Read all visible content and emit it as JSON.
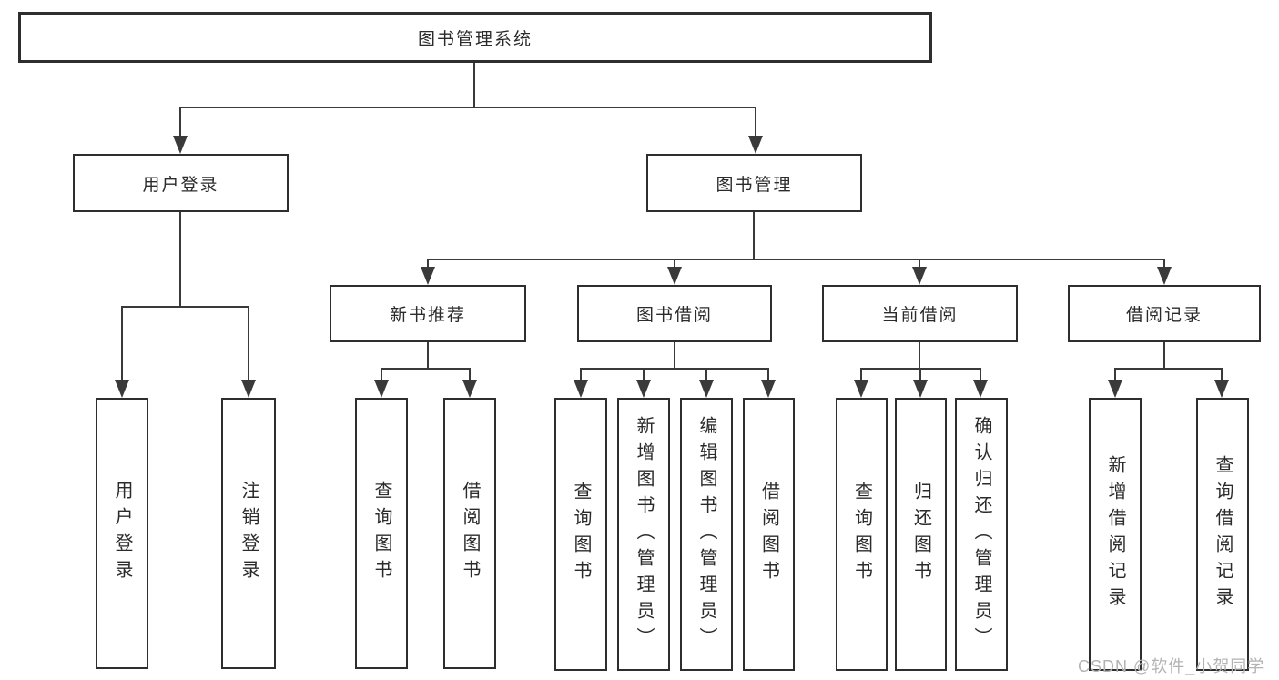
{
  "nodes": {
    "root": {
      "label": "图书管理系统"
    },
    "user_login": {
      "label": "用户登录"
    },
    "book_management": {
      "label": "图书管理"
    },
    "new_book_recommend": {
      "label": "新书推荐"
    },
    "book_borrow": {
      "label": "图书借阅"
    },
    "current_borrow": {
      "label": "当前借阅"
    },
    "borrow_records": {
      "label": "借阅记录"
    },
    "leaf_user_login": {
      "label": "用户登录"
    },
    "leaf_logout": {
      "label": "注销登录"
    },
    "leaf_nb_query": {
      "label": "查询图书"
    },
    "leaf_nb_borrow": {
      "label": "借阅图书"
    },
    "leaf_bb_query": {
      "label": "查询图书"
    },
    "leaf_bb_add": {
      "label": "新增图书（管理员）"
    },
    "leaf_bb_edit": {
      "label": "编辑图书（管理员）"
    },
    "leaf_bb_borrow": {
      "label": "借阅图书"
    },
    "leaf_cb_query": {
      "label": "查询图书"
    },
    "leaf_cb_return": {
      "label": "归还图书"
    },
    "leaf_cb_confirm": {
      "label": "确认归还（管理员）"
    },
    "leaf_br_add": {
      "label": "新增借阅记录"
    },
    "leaf_br_query": {
      "label": "查询借阅记录"
    }
  },
  "tree": {
    "label": "图书管理系统",
    "children": [
      {
        "label": "用户登录",
        "children": [
          {
            "label": "用户登录"
          },
          {
            "label": "注销登录"
          }
        ]
      },
      {
        "label": "图书管理",
        "children": [
          {
            "label": "新书推荐",
            "children": [
              {
                "label": "查询图书"
              },
              {
                "label": "借阅图书"
              }
            ]
          },
          {
            "label": "图书借阅",
            "children": [
              {
                "label": "查询图书"
              },
              {
                "label": "新增图书（管理员）"
              },
              {
                "label": "编辑图书（管理员）"
              },
              {
                "label": "借阅图书"
              }
            ]
          },
          {
            "label": "当前借阅",
            "children": [
              {
                "label": "查询图书"
              },
              {
                "label": "归还图书"
              },
              {
                "label": "确认归还（管理员）"
              }
            ]
          },
          {
            "label": "借阅记录",
            "children": [
              {
                "label": "新增借阅记录"
              },
              {
                "label": "查询借阅记录"
              }
            ]
          }
        ]
      }
    ]
  },
  "watermark": {
    "text": "CSDN @软件_小贺同学"
  },
  "colors": {
    "line": "#3a3a3a",
    "border": "#2e2e2e",
    "text": "#2b2b2b",
    "watermark": "#b3b3b3",
    "background": "#ffffff"
  }
}
